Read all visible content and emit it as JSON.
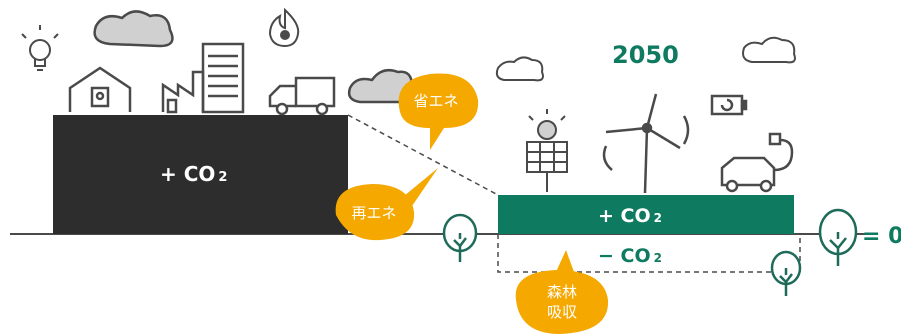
{
  "year": "2050",
  "blocks": {
    "current_label": "+ CO",
    "current_sub": "2",
    "future_emission_label": "+ CO",
    "future_emission_sub": "2",
    "absorption_label": "− CO",
    "absorption_sub": "2"
  },
  "bubbles": {
    "energy_saving": "省エネ",
    "renewable": "再エネ",
    "forest_line1": "森林",
    "forest_line2": "吸収"
  },
  "result": "= 0",
  "colors": {
    "dark_block": "#2d2d2d",
    "green_block": "#0e7a5f",
    "bubble": "#f5a800",
    "line_art": "#4a4a4a",
    "tree": "#1f6b5a"
  },
  "icons": [
    "lightbulb-icon",
    "house-icon",
    "factory-icon",
    "building-icon",
    "truck-icon",
    "cloud-icon",
    "flame-icon",
    "solar-panel-icon",
    "wind-turbine-icon",
    "battery-icon",
    "electric-car-icon",
    "tree-icon"
  ]
}
